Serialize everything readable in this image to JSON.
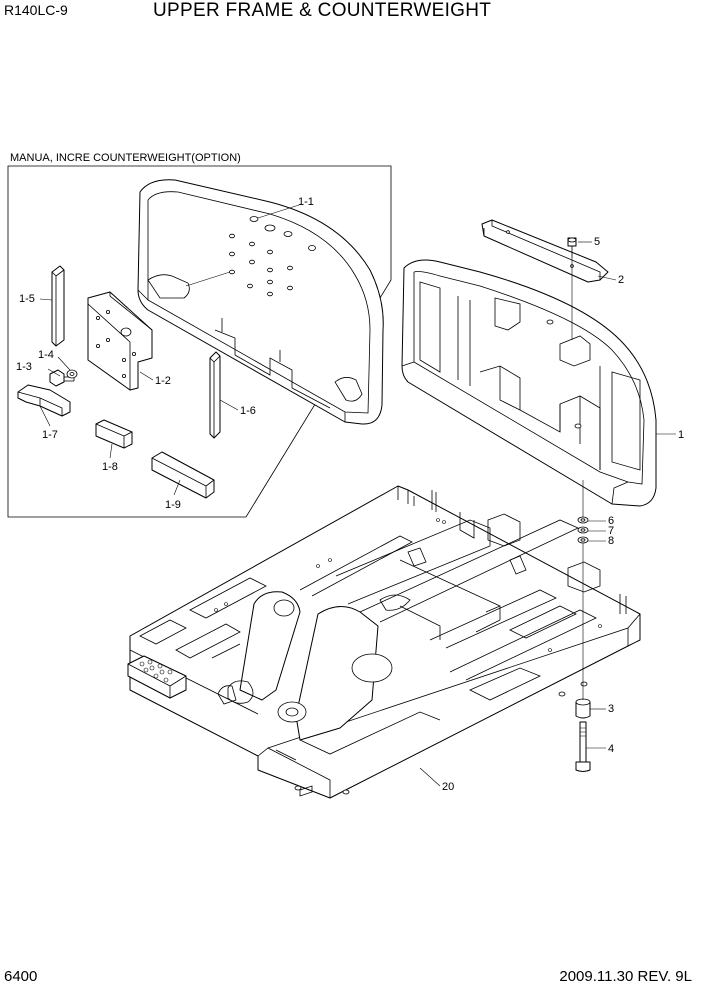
{
  "header": {
    "model": "R140LC-9",
    "title": "UPPER FRAME & COUNTERWEIGHT"
  },
  "option_box": {
    "caption": "MANUA, INCRE COUNTERWEIGHT(OPTION)"
  },
  "callouts": {
    "c1_1": "1-1",
    "c1_2": "1-2",
    "c1_3": "1-3",
    "c1_4": "1-4",
    "c1_5": "1-5",
    "c1_6": "1-6",
    "c1_7": "1-7",
    "c1_8": "1-8",
    "c1_9": "1-9",
    "c1": "1",
    "c2": "2",
    "c3": "3",
    "c4": "4",
    "c5": "5",
    "c6": "6",
    "c7": "7",
    "c8": "8",
    "c20": "20"
  },
  "footer": {
    "page": "6400",
    "revision": "2009.11.30 REV. 9L"
  }
}
